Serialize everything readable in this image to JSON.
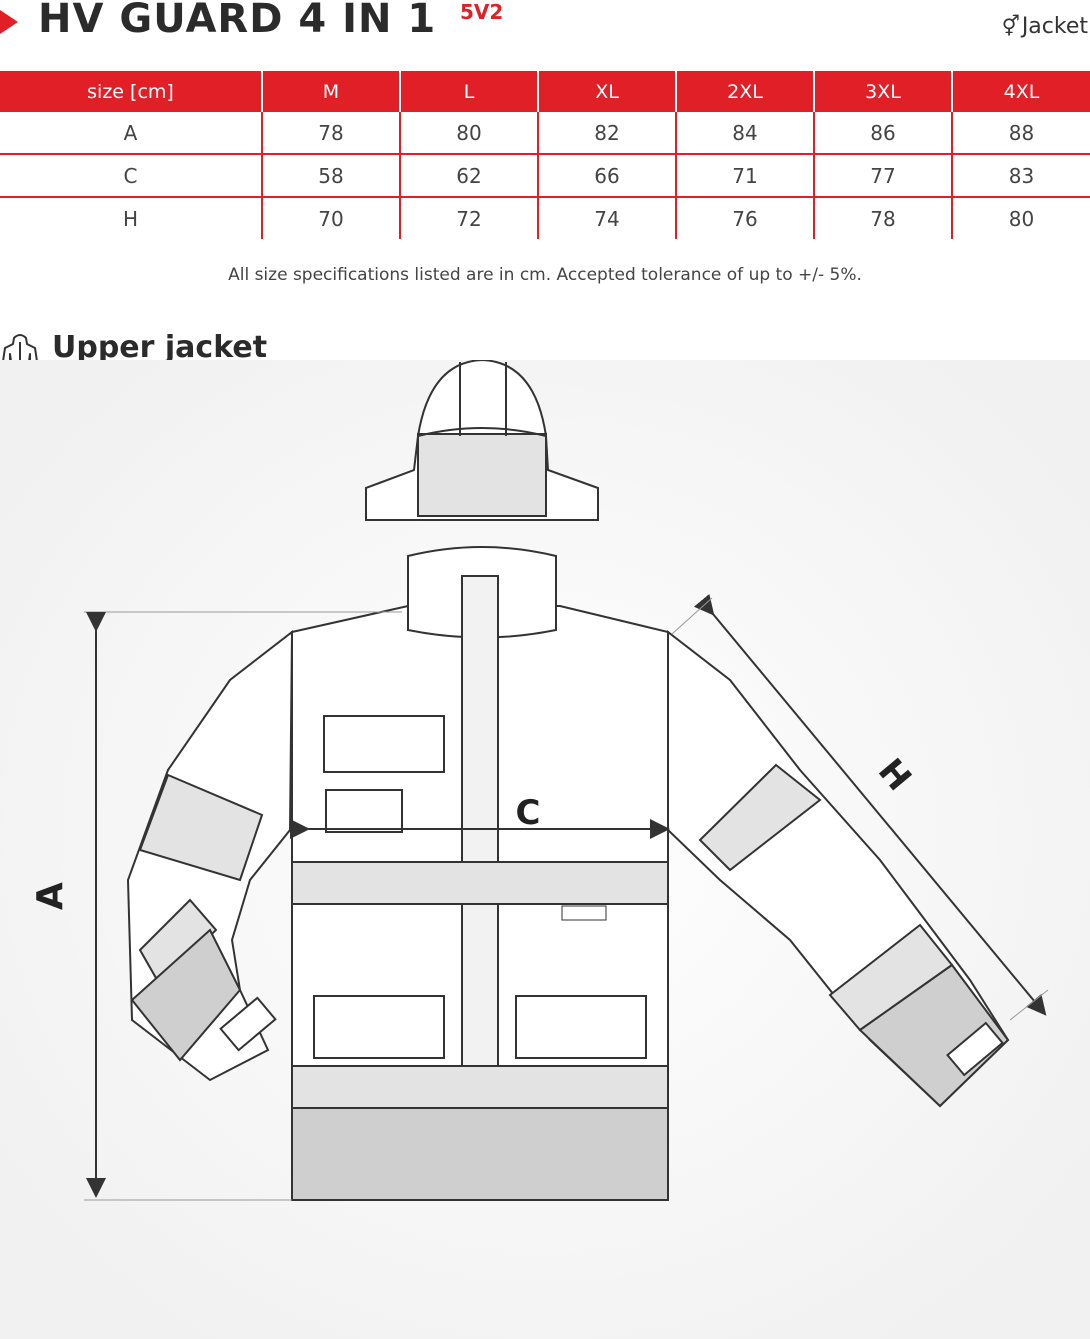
{
  "header": {
    "title": "HV GUARD 4 IN 1",
    "version": "5V2",
    "gender_icon": "unisex-icon",
    "category": "Jacket"
  },
  "table": {
    "header_label": "size [cm]",
    "sizes": [
      "M",
      "L",
      "XL",
      "2XL",
      "3XL",
      "4XL"
    ],
    "rows": [
      {
        "label": "A",
        "values": [
          "78",
          "80",
          "82",
          "84",
          "86",
          "88"
        ]
      },
      {
        "label": "C",
        "values": [
          "58",
          "62",
          "66",
          "71",
          "77",
          "83"
        ]
      },
      {
        "label": "H",
        "values": [
          "70",
          "72",
          "74",
          "76",
          "78",
          "80"
        ]
      }
    ],
    "accent_color": "#e01f26"
  },
  "note": "All size specifications listed are in cm. Accepted tolerance of up to +/- 5%.",
  "section": {
    "icon": "jacket-icon",
    "title": "Upper jacket"
  },
  "figure": {
    "labels": {
      "a": "A",
      "c": "C",
      "h": "H"
    }
  }
}
